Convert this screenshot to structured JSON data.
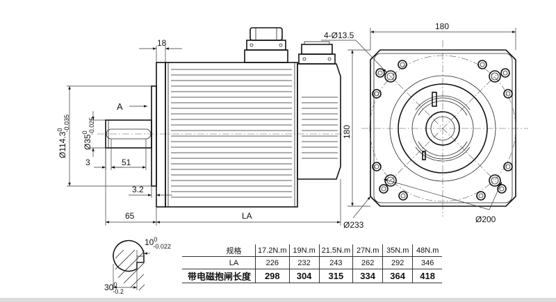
{
  "dimensions": {
    "flange_thickness": "18",
    "mount_holes": "4-Ø13.5",
    "flange_width": "180",
    "flange_height": "180",
    "pilot_dia_main": "Ø114.3",
    "pilot_dia_tol_upper": "0",
    "pilot_dia_tol_lower": "-0.035",
    "shaft_dia_main": "Ø35",
    "shaft_dia_tol_upper": "0",
    "shaft_dia_tol_lower": "-0.025",
    "view_label": "A",
    "shaft_step": "3",
    "key_length": "51",
    "pilot_depth": "3.2",
    "shaft_length": "65",
    "body_length": "LA",
    "flange_diagonal": "Ø233",
    "bolt_circle": "Ø200",
    "key_width_main": "10",
    "key_width_tol_upper": "0",
    "key_width_tol_lower": "-0.022",
    "key_height_main": "30",
    "key_height_tol_upper": "0",
    "key_height_tol_lower": "-0.2"
  },
  "table": {
    "spec_header": "规格",
    "la_label": "LA",
    "brake_label": "带电磁抱闸长度",
    "specs": [
      {
        "model": "17.2N.m",
        "la": "226",
        "brake": "298"
      },
      {
        "model": "19N.m",
        "la": "232",
        "brake": "304"
      },
      {
        "model": "21.5N.m",
        "la": "243",
        "brake": "315"
      },
      {
        "model": "27N.m",
        "la": "262",
        "brake": "334"
      },
      {
        "model": "35N.m",
        "la": "292",
        "brake": "364"
      },
      {
        "model": "48N.m",
        "la": "346",
        "brake": "418"
      }
    ]
  }
}
